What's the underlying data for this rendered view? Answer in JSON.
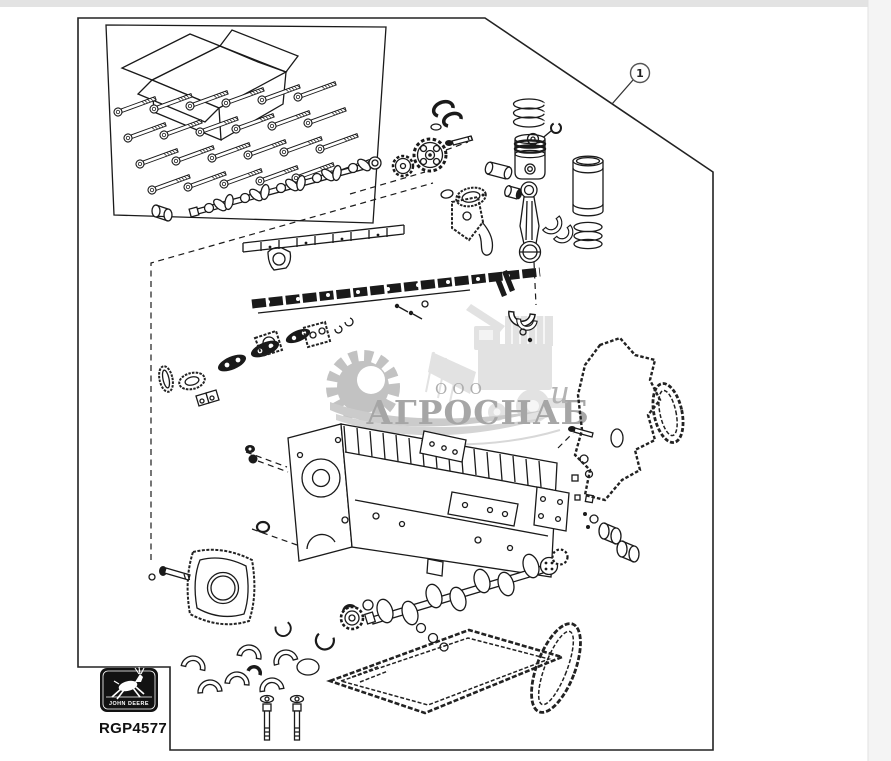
{
  "page": {
    "paper_color": "#ffffff",
    "top_band_color": "#e3e3e3",
    "right_strip_color": "#f4f4f4",
    "line_color": "#1a1a1a"
  },
  "callout": {
    "label": "1"
  },
  "watermark": {
    "org_form": "ООО",
    "company": "АГРОСНАБ",
    "stray_letter": "и",
    "text_color": "#a6a6a6",
    "gear_color": "#c2c2c2",
    "machine_color": "#e2e2e2",
    "swoosh_color": "#cbcbcb"
  },
  "logo": {
    "brand": "JOHN DEERE",
    "part_code": "RGP4577",
    "background": "#121212"
  },
  "parts_depicted": [
    "shipping-box",
    "head-bolt-set",
    "camshaft",
    "cam-followers",
    "timing-gears",
    "gear-thrust-plates",
    "piston-ring-set",
    "pin-retainer",
    "piston",
    "piston-pin",
    "pin-bushing",
    "connecting-rod",
    "rod-bearing-shells",
    "rod-cap",
    "cylinder-liner",
    "liner-o-rings",
    "valve-cover-gasket",
    "head-gasket",
    "exhaust-manifold-gaskets",
    "thermostat-gasket",
    "water-outlet-gasket",
    "oil-cooler-gaskets",
    "front-plate-gasket",
    "cylinder-block",
    "core-plugs",
    "crankshaft",
    "crank-gear",
    "main-bearing-shells",
    "thrust-washers",
    "rear-seal-housing",
    "timing-cover-gasket",
    "side-cover-gasket",
    "camshaft-bushings",
    "oil-pan-gasket",
    "o-rings",
    "cap-screws"
  ]
}
